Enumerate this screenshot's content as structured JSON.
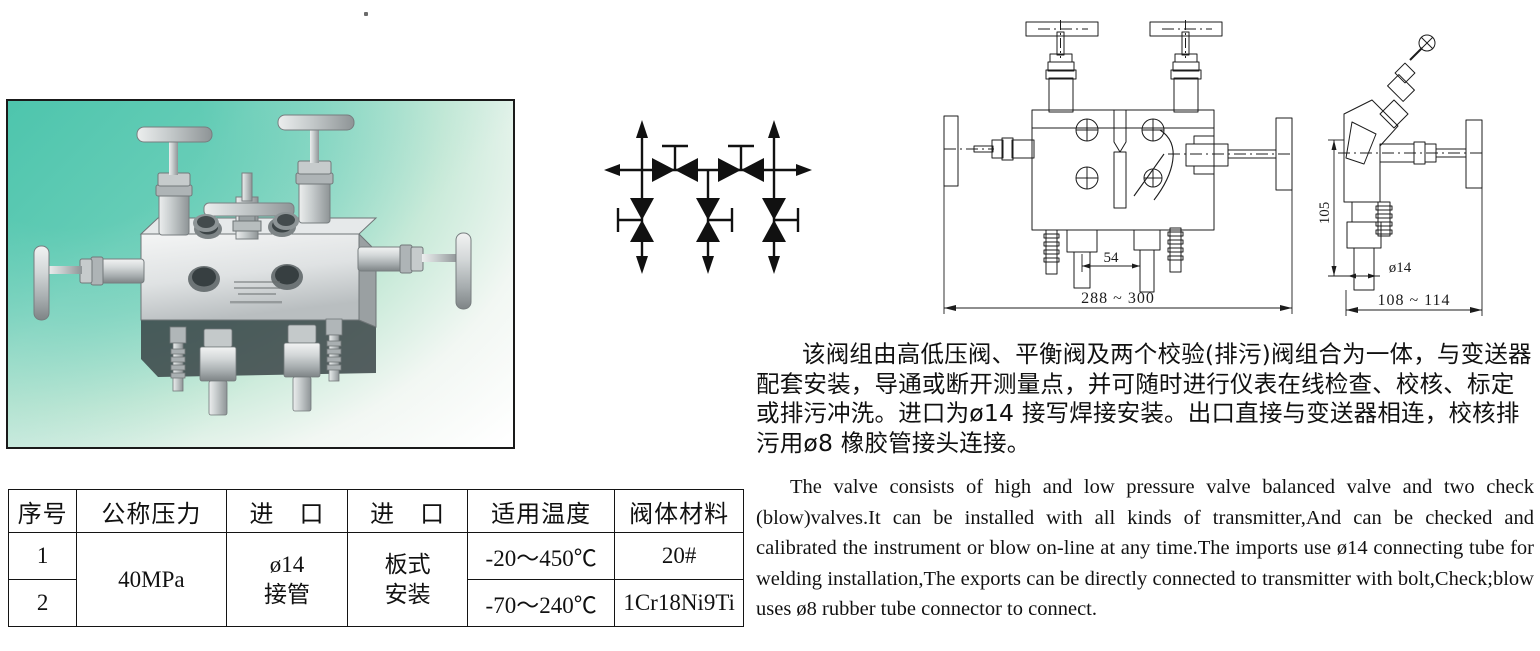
{
  "product_photo": {
    "alt_name": "five-valve-manifold-photo",
    "background_color_start": "#63cdb6",
    "background_color_end": "#ffffff",
    "body_color": "#d9dcdd",
    "handle_color": "#c3c8ca"
  },
  "schematic": {
    "name": "five-valve-manifold-symbol",
    "valve_count": 5,
    "horizontal_valves": 2,
    "vertical_valves": 3,
    "line_color": "#111111"
  },
  "drawing": {
    "name": "dimensioned-assembly-drawing",
    "line_color": "#1a1a1a",
    "dimensions": {
      "overall_length": "288 ~ 300",
      "port_spacing": "54",
      "height": "105",
      "port_diameter": "ø14",
      "depth": "108 ~ 114"
    }
  },
  "spec_table": {
    "name": "specification-table",
    "headers": [
      "序号",
      "公称压力",
      "进　口",
      "进　口",
      "适用温度",
      "阀体材料"
    ],
    "merged": {
      "pressure": "40MPa",
      "inlet_line1": "ø14",
      "inlet_line2": "接管",
      "outlet_line1": "板式",
      "outlet_line2": "安装"
    },
    "rows": [
      {
        "index": "1",
        "temperature": "-20～450℃",
        "material": "20#"
      },
      {
        "index": "2",
        "temperature": "-70～240℃",
        "material": "1Cr18Ni9Ti"
      }
    ]
  },
  "description": {
    "chinese": "该阀组由高低压阀、平衡阀及两个校验(排污)阀组合为一体，与变送器配套安装，导通或断开测量点，并可随时进行仪表在线检查、校核、标定或排污冲洗。进口为ø14 接写焊接安装。出口直接与变送器相连，校核排污用ø8 橡胶管接头连接。",
    "english": "The valve consists of high and low pressure valve balanced valve and two check (blow)valves.It can be installed with all kinds of transmitter,And can be checked and calibrated the instrument or blow on-line at any time.The imports use ø14 connecting tube for welding installation,The exports can be directly connected to transmitter with bolt,Check;blow uses ø8 rubber tube connector to connect."
  }
}
